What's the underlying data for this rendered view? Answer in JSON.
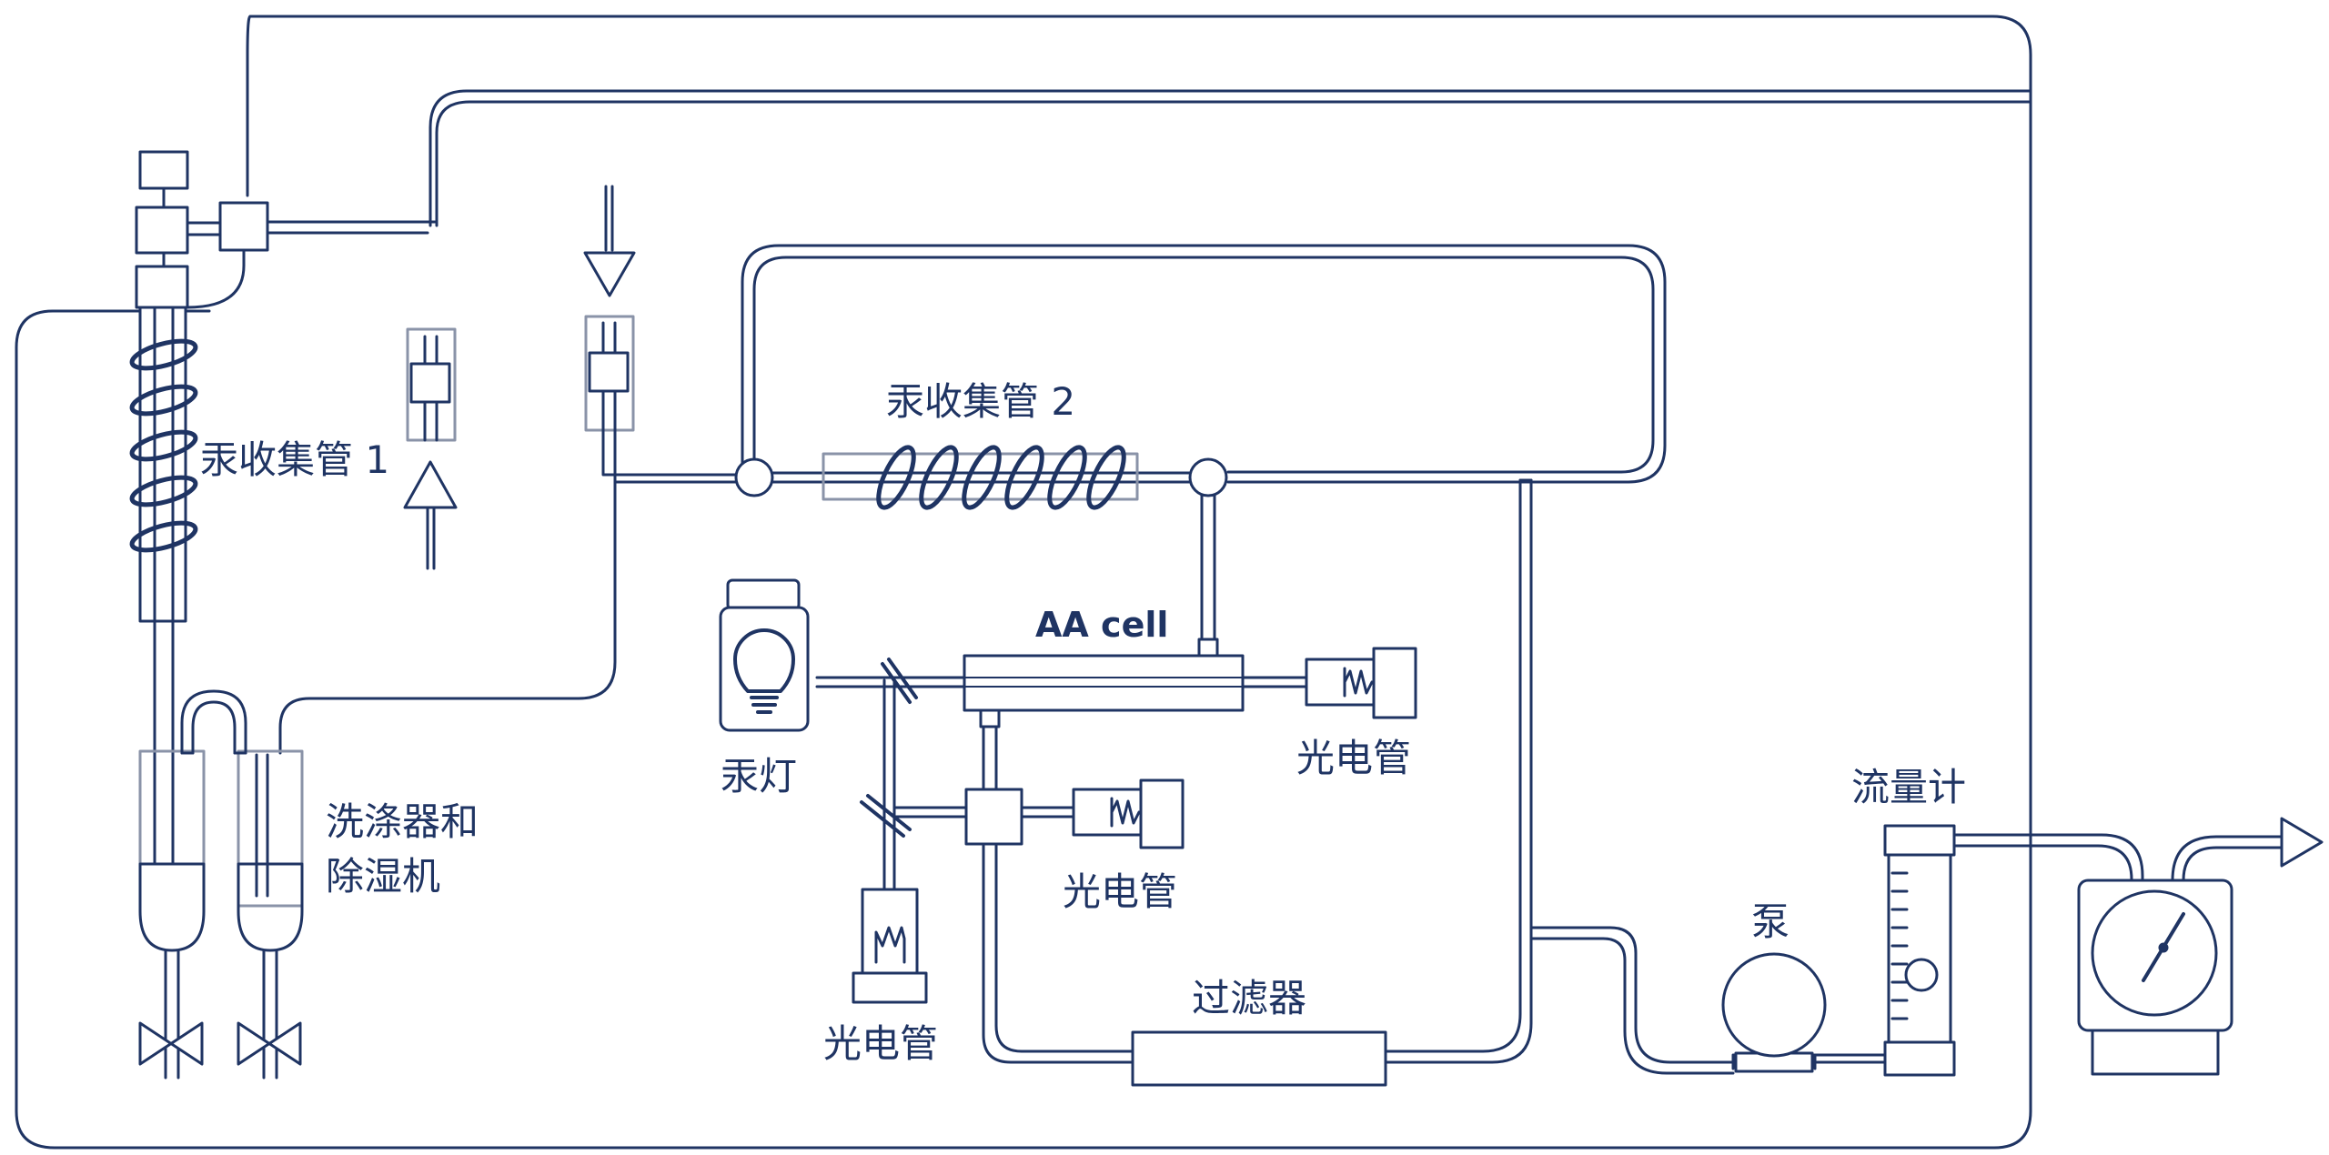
{
  "colors": {
    "line": "#1f3463",
    "fill": "#ffffff"
  },
  "labels": {
    "collector1": "汞收集管 1",
    "collector2": "汞收集管 2",
    "aa_cell": "AA cell",
    "lamp": "汞灯",
    "photocell_top": "光电管",
    "photocell_mid": "光电管",
    "photocell_bottom": "光电管",
    "scrubber_line1": "洗涤器和",
    "scrubber_line2": "除湿机",
    "filter": "过滤器",
    "pump": "泵",
    "flowmeter": "流量计"
  },
  "icons": {
    "lamp": "bulb-icon",
    "valves": "valve-icon",
    "meter": "gauge-icon",
    "outlet": "arrow-right-icon"
  }
}
